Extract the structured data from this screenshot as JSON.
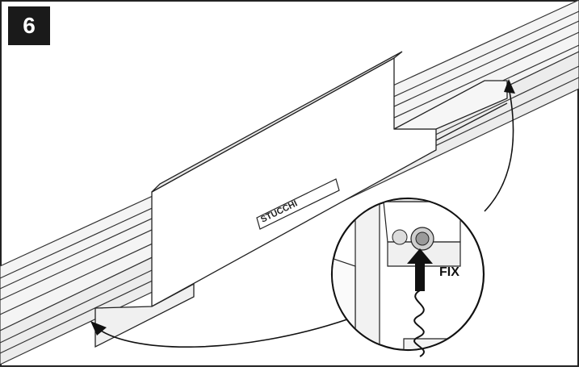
{
  "step": {
    "number": "6"
  },
  "product": {
    "brand_label": "STUCCHI"
  },
  "callout": {
    "fix_label": "FIX"
  },
  "icons": {
    "step_badge": "number-badge",
    "arrow": "curved-arrow-icon",
    "fix_arrow": "up-arrow-icon",
    "screw": "screw-icon",
    "spring": "spring-icon"
  }
}
